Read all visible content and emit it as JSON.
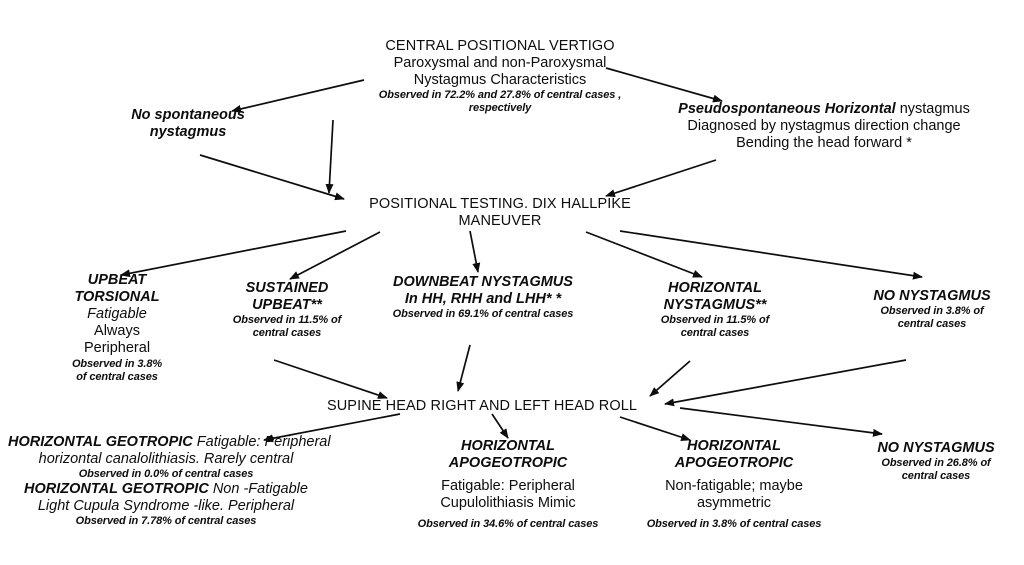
{
  "diagram": {
    "title": "Central Positional Vertigo diagnostic flowchart",
    "colors": {
      "ink": "#0d0d0d",
      "background": "#ffffff"
    }
  },
  "nodes": {
    "root": {
      "line1": "CENTRAL POSITIONAL VERTIGO",
      "line2": "Paroxysmal and non-Paroxysmal",
      "line3": "Nystagmus Characteristics",
      "line4": "Observed in 72.2% and 27.8% of central cases ,",
      "line5": "respectively"
    },
    "no_spontaneous": {
      "line1": "No spontaneous",
      "line2": "nystagmus"
    },
    "pseudospontaneous": {
      "line1_bold": "Pseudospontaneous Horizontal",
      "line1_rest": " nystagmus",
      "line2": "Diagnosed by nystagmus direction change",
      "line3": "Bending the head forward *"
    },
    "positional_testing": {
      "line1": "POSITIONAL TESTING. DIX HALLPIKE",
      "line2": "MANEUVER"
    },
    "upbeat_torsional": {
      "line1": "UPBEAT",
      "line2": "TORSIONAL",
      "line3": "Fatigable",
      "line4": "Always",
      "line5": "Peripheral",
      "line6": "Observed in 3.8%",
      "line7": "of central cases"
    },
    "sustained_upbeat": {
      "line1": "SUSTAINED",
      "line2": "UPBEAT**",
      "line3": "Observed in 11.5% of",
      "line4": "central cases"
    },
    "downbeat": {
      "line1": "DOWNBEAT NYSTAGMUS",
      "line2": "In HH, RHH and LHH* *",
      "line3": "Observed in 69.1% of central cases"
    },
    "horizontal_nystagmus": {
      "line1": "HORIZONTAL",
      "line2": "NYSTAGMUS**",
      "line3": "Observed in 11.5% of",
      "line4": "central cases"
    },
    "no_nystagmus_mid": {
      "line1": "NO NYSTAGMUS",
      "line2": "Observed in 3.8% of",
      "line3": "central cases"
    },
    "head_roll": {
      "line1": "SUPINE HEAD RIGHT AND LEFT HEAD ROLL"
    },
    "horizontal_geotropic": {
      "line1_bold": "HORIZONTAL GEOTROPIC",
      "line1_rest": " Fatigable: Peripheral",
      "line2": "horizontal canalolithiasis. Rarely central",
      "line3": "Observed in 0.0% of central cases",
      "line4_bold": "HORIZONTAL GEOTROPIC",
      "line4_rest": " Non -Fatigable",
      "line5": "Light Cupula Syndrome -like. Peripheral",
      "line6": "Observed in 7.78% of central cases"
    },
    "apogeotropic_left": {
      "line1": "HORIZONTAL",
      "line2": "APOGEOTROPIC",
      "line3": "Fatigable: Peripheral",
      "line4": "Cupulolithiasis Mimic",
      "line5": "Observed in 34.6% of central cases"
    },
    "apogeotropic_right": {
      "line1": "HORIZONTAL",
      "line2": "APOGEOTROPIC",
      "line3": "Non-fatigable; maybe",
      "line4": "asymmetric",
      "line5": "Observed in 3.8% of central cases"
    },
    "no_nystagmus_bottom": {
      "line1": "NO NYSTAGMUS",
      "line2": "Observed in 26.8% of",
      "line3": "central cases"
    }
  },
  "chart_data": {
    "type": "diagram",
    "title": "Central Positional Vertigo - Paroxysmal and non-Paroxysmal Nystagmus Characteristics",
    "observations": [
      {
        "label": "Paroxysmal central cases",
        "value": 72.2,
        "unit": "%"
      },
      {
        "label": "non-Paroxysmal central cases",
        "value": 27.8,
        "unit": "%"
      },
      {
        "label": "Upbeat torsional",
        "value": 3.8,
        "unit": "%"
      },
      {
        "label": "Sustained upbeat**",
        "value": 11.5,
        "unit": "%"
      },
      {
        "label": "Downbeat nystagmus in HH, RHH and LHH",
        "value": 69.1,
        "unit": "%"
      },
      {
        "label": "Horizontal nystagmus**",
        "value": 11.5,
        "unit": "%"
      },
      {
        "label": "No nystagmus (Dix Hallpike)",
        "value": 3.8,
        "unit": "%"
      },
      {
        "label": "Horizontal geotropic fatigable",
        "value": 0.0,
        "unit": "%"
      },
      {
        "label": "Horizontal geotropic non-fatigable",
        "value": 7.78,
        "unit": "%"
      },
      {
        "label": "Horizontal apogeotropic fatigable",
        "value": 34.6,
        "unit": "%"
      },
      {
        "label": "Horizontal apogeotropic non-fatigable",
        "value": 3.8,
        "unit": "%"
      },
      {
        "label": "No nystagmus (head roll)",
        "value": 26.8,
        "unit": "%"
      }
    ],
    "edges": [
      {
        "from": "root",
        "to": "no_spontaneous"
      },
      {
        "from": "root",
        "to": "pseudospontaneous"
      },
      {
        "from": "root",
        "to": "positional_testing"
      },
      {
        "from": "no_spontaneous",
        "to": "positional_testing"
      },
      {
        "from": "pseudospontaneous",
        "to": "positional_testing"
      },
      {
        "from": "positional_testing",
        "to": "upbeat_torsional"
      },
      {
        "from": "positional_testing",
        "to": "sustained_upbeat"
      },
      {
        "from": "positional_testing",
        "to": "downbeat"
      },
      {
        "from": "positional_testing",
        "to": "horizontal_nystagmus"
      },
      {
        "from": "positional_testing",
        "to": "no_nystagmus_mid"
      },
      {
        "from": "sustained_upbeat",
        "to": "head_roll"
      },
      {
        "from": "downbeat",
        "to": "head_roll"
      },
      {
        "from": "horizontal_nystagmus",
        "to": "head_roll"
      },
      {
        "from": "no_nystagmus_mid",
        "to": "head_roll"
      },
      {
        "from": "head_roll",
        "to": "horizontal_geotropic"
      },
      {
        "from": "head_roll",
        "to": "apogeotropic_left"
      },
      {
        "from": "head_roll",
        "to": "apogeotropic_right"
      },
      {
        "from": "head_roll",
        "to": "no_nystagmus_bottom"
      }
    ]
  }
}
